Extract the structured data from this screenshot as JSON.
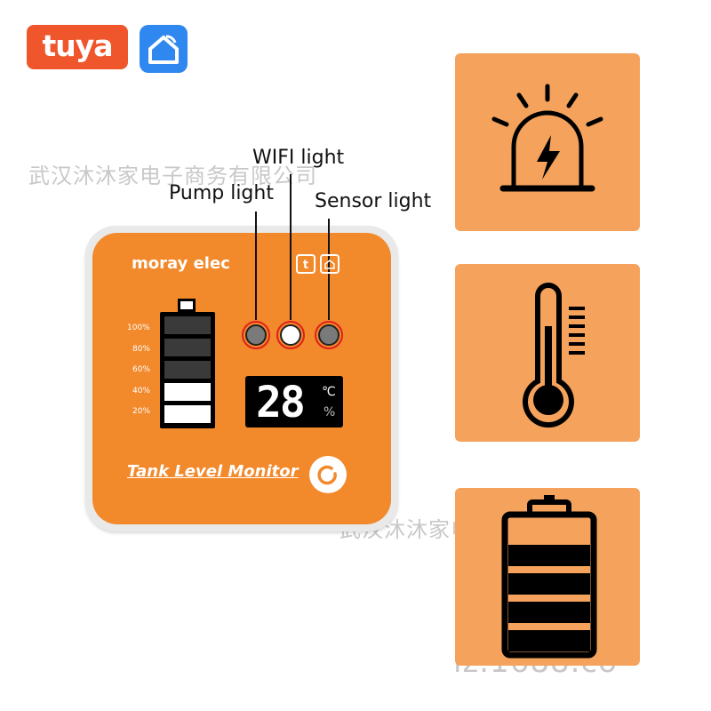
{
  "logos": {
    "tuya": "tuya",
    "smart_home": "smart-home-icon"
  },
  "callouts": {
    "wifi": "WIFI light",
    "pump": "Pump light",
    "sensor": "Sensor light"
  },
  "watermark": {
    "line1": "武汉沐沐家电子商务有限公司",
    "line2": "武汉沐沐家电子商务有限公司",
    "line3": "iz.1688.co"
  },
  "device": {
    "brand": "moray elec",
    "battery_labels": [
      "100%",
      "80%",
      "60%",
      "40%",
      "20%"
    ],
    "temperature": "28",
    "unit_c": "℃",
    "unit_pct": "%",
    "title": "Tank Level Monitor"
  },
  "tiles": [
    "alarm-light-icon",
    "thermometer-icon",
    "battery-level-icon"
  ],
  "colors": {
    "device_orange": "#f2892b",
    "tile_orange": "#f4a25c",
    "led_ring": "#e0201b",
    "tuya_red": "#f0562b",
    "home_blue": "#2f87f0"
  }
}
